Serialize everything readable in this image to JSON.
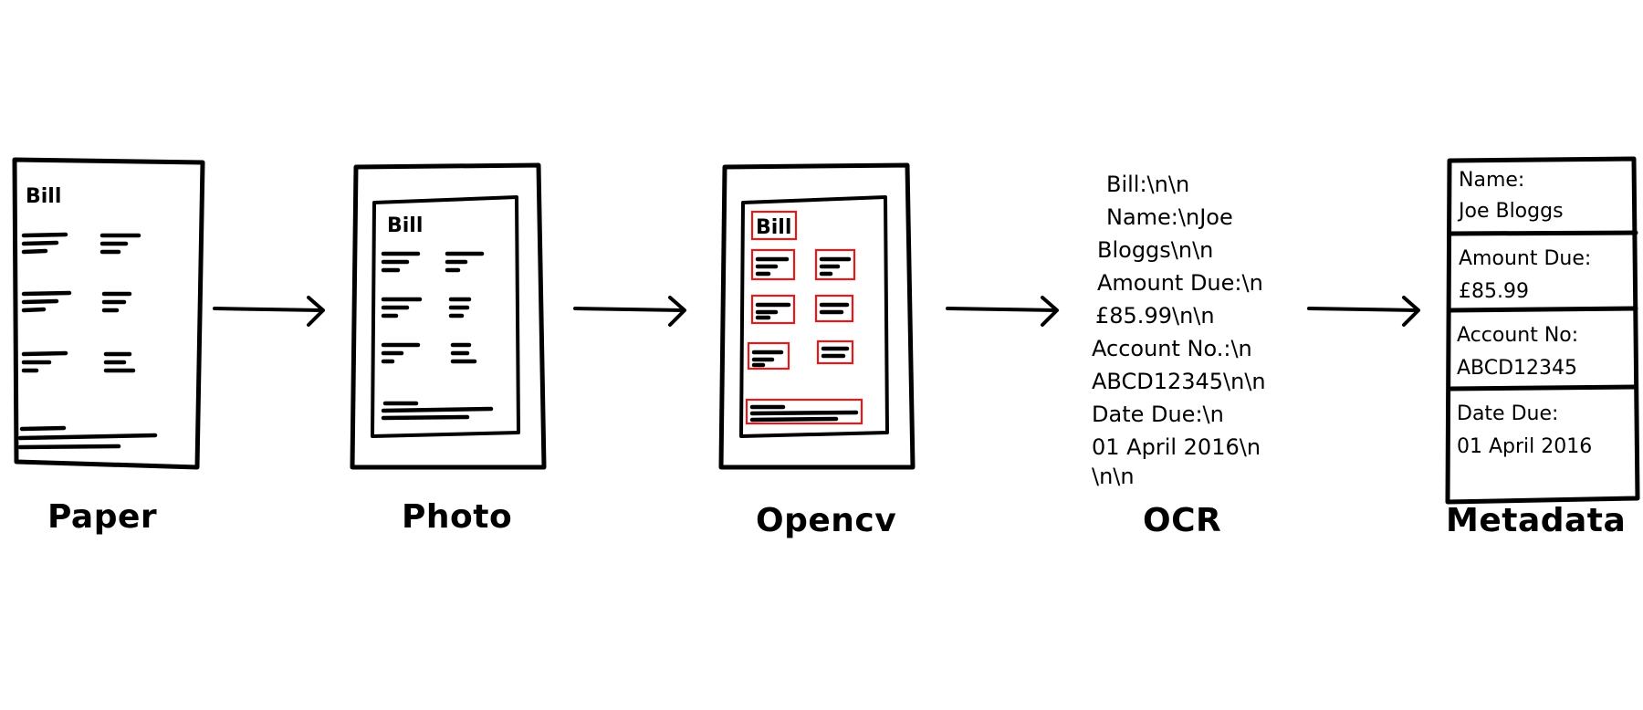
{
  "stages": {
    "paper": {
      "label": "Paper",
      "doc_title": "Bill"
    },
    "photo": {
      "label": "Photo",
      "doc_title": "Bill"
    },
    "opencv": {
      "label": "Opencv",
      "doc_title": "Bill"
    },
    "ocr": {
      "label": "OCR",
      "lines": [
        "Bill:\\n\\n",
        "Name:\\nJoe",
        "Bloggs\\n\\n",
        "Amount Due:\\n",
        "£85.99\\n\\n",
        "Account No.:\\n",
        "ABCD12345\\n\\n",
        "Date Due:\\n",
        "01 April 2016\\n",
        "\\n\\n"
      ]
    },
    "metadata": {
      "label": "Metadata",
      "fields": [
        {
          "key": "Name:",
          "value": "Joe Bloggs"
        },
        {
          "key": "Amount Due:",
          "value": "£85.99"
        },
        {
          "key": "Account No:",
          "value": "ABCD12345"
        },
        {
          "key": "Date Due:",
          "value": "01 April 2016"
        }
      ]
    }
  },
  "colors": {
    "ink": "#000000",
    "highlight": "#e11b1b"
  }
}
